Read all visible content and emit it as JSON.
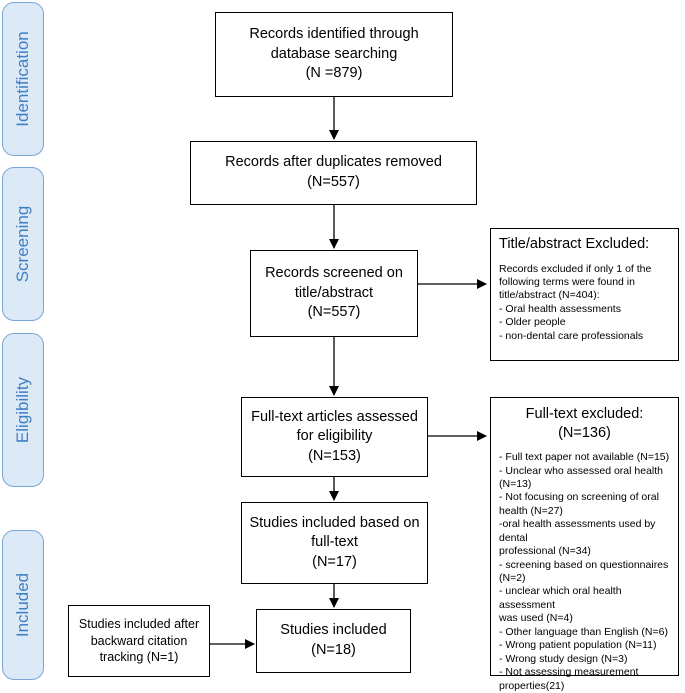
{
  "stages": {
    "identification": "Identification",
    "screening": "Screening",
    "eligibility": "Eligibility",
    "included": "Included"
  },
  "boxes": {
    "records_identified": [
      "Records identified through",
      "database searching",
      "(N =879)"
    ],
    "duplicates_removed": [
      "Records after duplicates removed",
      "(N=557)"
    ],
    "screened": [
      "Records screened on",
      "title/abstract",
      "(N=557)"
    ],
    "fulltext_assessed": [
      "Full-text articles assessed",
      "for eligibility",
      "(N=153)"
    ],
    "included_fulltext": [
      "Studies included based on",
      "full-text",
      "(N=17)"
    ],
    "studies_included": [
      "Studies included",
      "(N=18)"
    ],
    "backward_citation": [
      "Studies included after",
      "backward citation",
      "tracking (N=1)"
    ]
  },
  "title_abstract_excluded": {
    "heading": "Title/abstract Excluded:",
    "lines": [
      "Records excluded if only 1 of the",
      "following terms were found in",
      "title/abstract (N=404):",
      "- Oral health assessments",
      "- Older people",
      "- non-dental care professionals"
    ]
  },
  "fulltext_excluded": {
    "heading": "Full-text excluded: (N=136)",
    "lines": [
      "- Full text paper not available (N=15)",
      "- Unclear who assessed oral health",
      "(N=13)",
      "- Not focusing on screening of oral",
      "health (N=27)",
      "-oral health assessments used by dental",
      "professional (N=34)",
      "- screening based on questionnaires",
      "(N=2)",
      "- unclear which oral health assessment",
      "was used (N=4)",
      "- Other language than English (N=6)",
      "- Wrong patient population (N=11)",
      "- Wrong study design (N=3)",
      "- Not assessing measurement",
      "properties(21)"
    ]
  }
}
